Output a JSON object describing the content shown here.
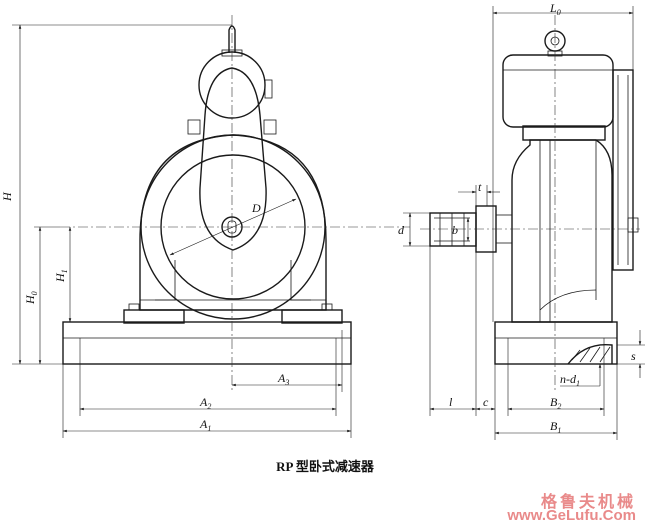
{
  "caption": "RP 型卧式减速器",
  "watermark": {
    "cn": "格鲁夫机械",
    "url": "www.GeLufu.Com"
  },
  "labels": {
    "H": "H",
    "H0": "H",
    "H0_sub": "0",
    "H1": "H",
    "H1_sub": "1",
    "D": "D",
    "A3": "A",
    "A3_sub": "3",
    "A2": "A",
    "A2_sub": "2",
    "A1": "A",
    "A1_sub": "1",
    "L0": "L",
    "L0_sub": "0",
    "t": "t",
    "d": "d",
    "b": "b",
    "l": "l",
    "c": "c",
    "B2": "B",
    "B2_sub": "2",
    "B1": "B",
    "B1_sub": "1",
    "nd1": "n-d",
    "nd1_sub": "1",
    "s": "s"
  }
}
